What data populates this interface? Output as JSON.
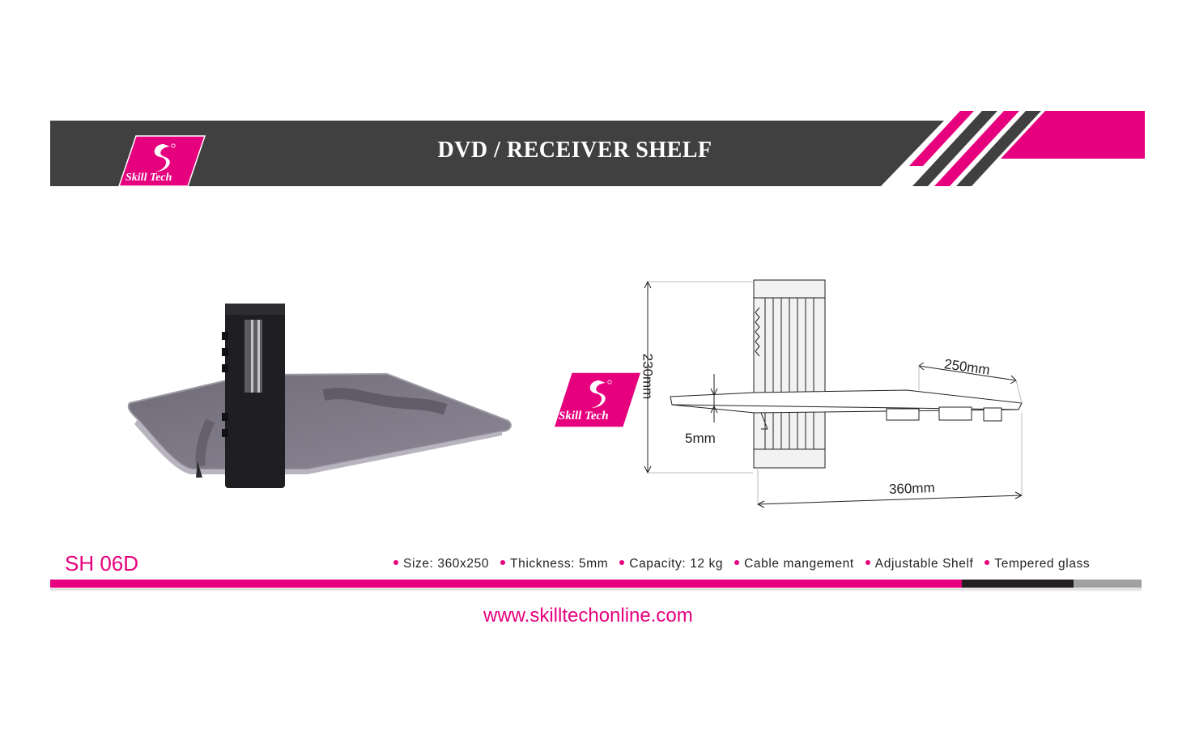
{
  "header": {
    "title": "DVD / RECEIVER SHELF"
  },
  "brand": {
    "logo_text": "Skill Tech",
    "primary_color": "#e6007e",
    "dark_color": "#404041"
  },
  "drawing": {
    "height_label": "230mm",
    "depth_label": "250mm",
    "thickness_label": "5mm",
    "width_label": "360mm"
  },
  "product": {
    "model": "SH 06D",
    "features": [
      "Size: 360x250",
      "Thickness:  5mm",
      "Capacity:  12 kg",
      "Cable mangement",
      "Adjustable Shelf",
      "Tempered glass"
    ]
  },
  "footer": {
    "website": "www.skilltechonline.com"
  }
}
